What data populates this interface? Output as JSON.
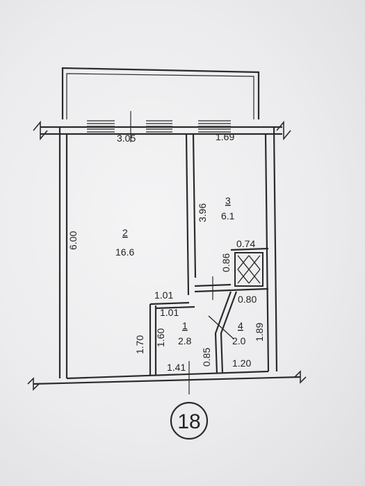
{
  "plan": {
    "number": "18",
    "rooms": [
      {
        "id": "1",
        "area": "2.8"
      },
      {
        "id": "2",
        "area": "16.6"
      },
      {
        "id": "3",
        "area": "6.1"
      },
      {
        "id": "4",
        "area": "2.0"
      }
    ],
    "dimensions": {
      "room2_width": "3.05",
      "room2_length": "6.00",
      "room3_width": "1.69",
      "room3_length": "3.96",
      "duct_width": "0.74",
      "duct_depth": "0.86",
      "hall_top_a": "1.01",
      "hall_top_b": "1.01",
      "hall_left_outer": "1.70",
      "hall_left_inner": "1.60",
      "hall_bottom": "1.41",
      "hall_door": "0.85",
      "bath_top": "0.80",
      "bath_height": "1.89",
      "bath_bottom": "1.20"
    }
  },
  "colors": {
    "paper": "#ececee",
    "line": "#2b2b2b"
  }
}
